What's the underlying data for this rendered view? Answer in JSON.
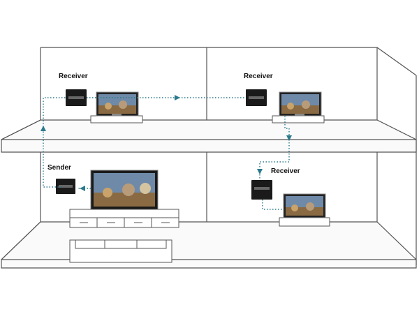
{
  "labels": {
    "receiver_top_left": "Receiver",
    "receiver_top_right": "Receiver",
    "receiver_bottom_right": "Receiver",
    "sender": "Sender"
  },
  "colors": {
    "outline": "#555555",
    "device": "#1a1a1a",
    "link_dots": "#2a7a8c",
    "wall_fill": "#f7f7f7"
  },
  "icons": {
    "device_box": "hdmi-extender-box",
    "display": "tv-screen",
    "arrow": "arrowhead"
  }
}
